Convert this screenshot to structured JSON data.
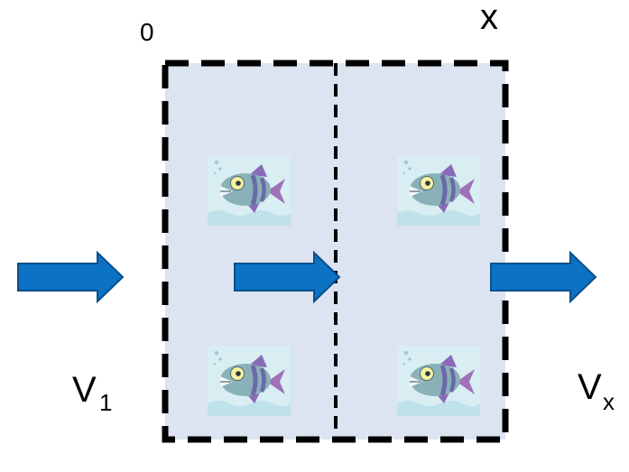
{
  "labels": {
    "origin": "0",
    "end": "x",
    "inflow_main": "V",
    "inflow_sub": "1",
    "outflow_main": "V",
    "outflow_sub": "x"
  },
  "colors": {
    "box_fill": "#dbe4f0",
    "box_border": "#000000",
    "arrow_fill": "#0b72c4",
    "arrow_stroke": "#0a4f8a",
    "tile_bg": "#d8eef2",
    "fish_body": "#8ab0b8",
    "fish_stripes": "#6a6aa8",
    "fish_fin": "#a070b8"
  },
  "icons": {
    "arrow": "right-arrow-icon",
    "fish": "fish-icon"
  }
}
